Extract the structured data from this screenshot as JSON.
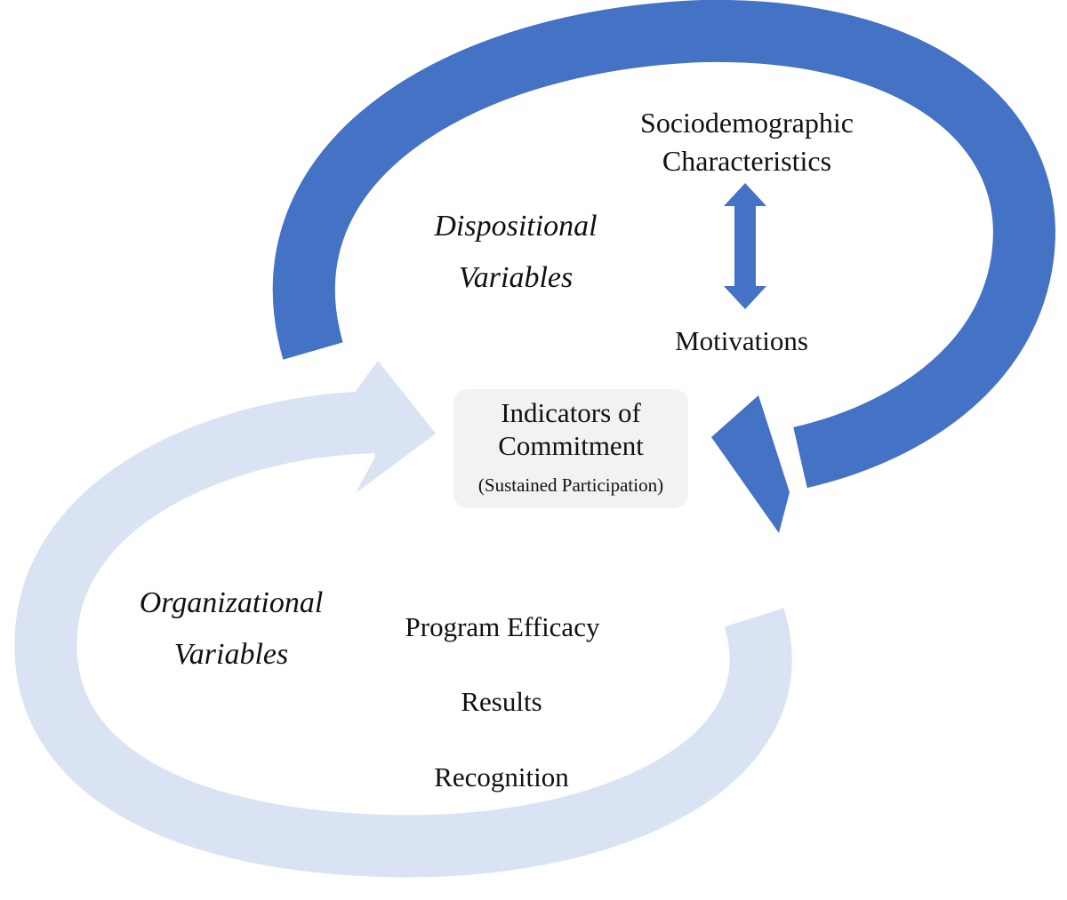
{
  "colors": {
    "dispositional_arrow": "#4472c4",
    "organizational_arrow": "#dae3f3",
    "center_box": "#f2f2f2",
    "text": "#111111"
  },
  "dispositional": {
    "title": "Dispositional\nVariables",
    "items": [
      "Sociodemographic\nCharacteristics",
      "Motivations"
    ]
  },
  "center": {
    "title": "Indicators of\nCommitment",
    "subtitle": "(Sustained Participation)"
  },
  "organizational": {
    "title": "Organizational\nVariables",
    "items": [
      "Program Efficacy",
      "Results",
      "Recognition"
    ]
  }
}
